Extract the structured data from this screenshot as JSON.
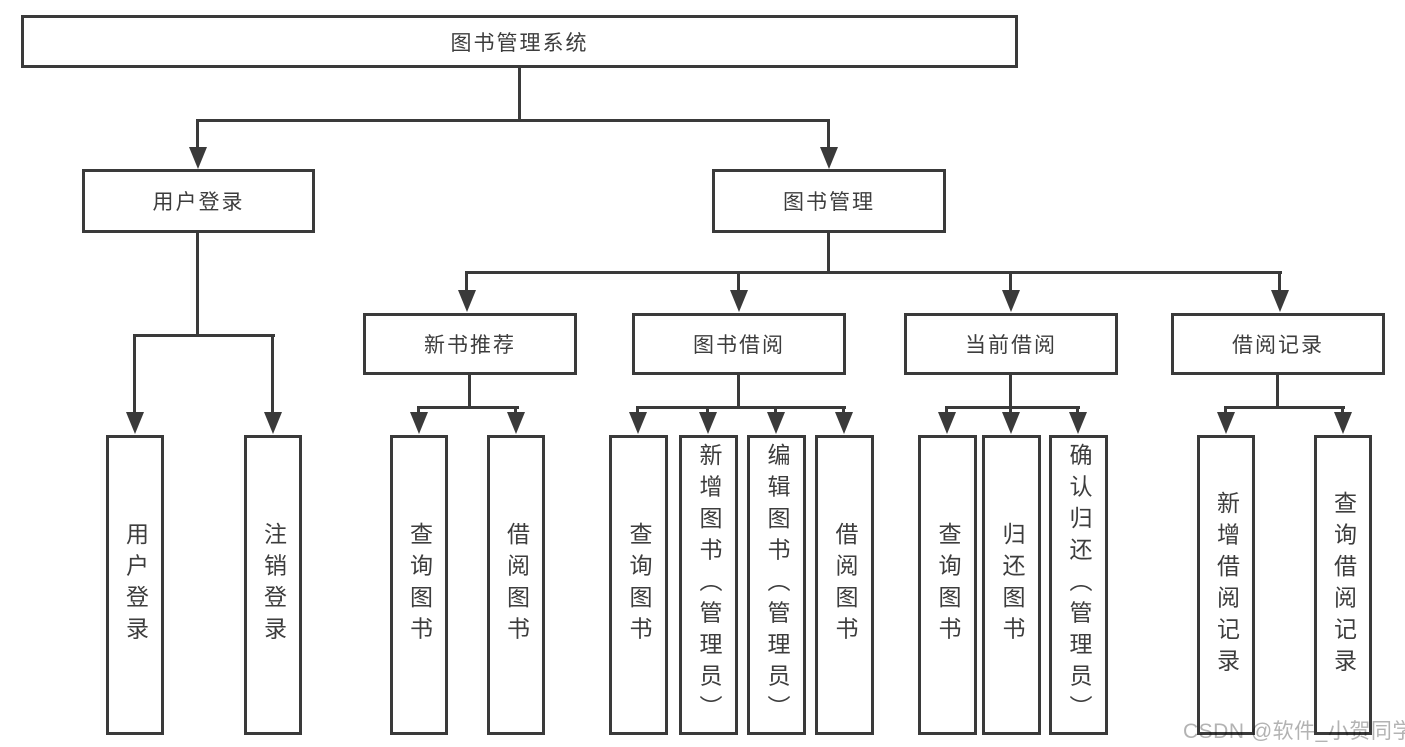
{
  "diagram": {
    "type": "hierarchy-tree",
    "title": "图书管理系统"
  },
  "tree": {
    "root": {
      "label": "图书管理系统",
      "children": [
        {
          "label": "用户登录",
          "children": [
            {
              "label": "用户登录"
            },
            {
              "label": "注销登录"
            }
          ]
        },
        {
          "label": "图书管理",
          "children": [
            {
              "label": "新书推荐",
              "children": [
                {
                  "label": "查询图书"
                },
                {
                  "label": "借阅图书"
                }
              ]
            },
            {
              "label": "图书借阅",
              "children": [
                {
                  "label": "查询图书"
                },
                {
                  "label": "新增图书（管理员）"
                },
                {
                  "label": "编辑图书（管理员）"
                },
                {
                  "label": "借阅图书"
                }
              ]
            },
            {
              "label": "当前借阅",
              "children": [
                {
                  "label": "查询图书"
                },
                {
                  "label": "归还图书"
                },
                {
                  "label": "确认归还（管理员）"
                }
              ]
            },
            {
              "label": "借阅记录",
              "children": [
                {
                  "label": "新增借阅记录"
                },
                {
                  "label": "查询借阅记录"
                }
              ]
            }
          ]
        }
      ]
    }
  },
  "watermark": {
    "text": "CSDN @软件_小贺同学"
  },
  "colors": {
    "line": "#3a3a3a",
    "box_border": "#3a3a3a",
    "text": "#3d3d3d",
    "watermark": "#b3b3b3",
    "background": "#ffffff"
  }
}
